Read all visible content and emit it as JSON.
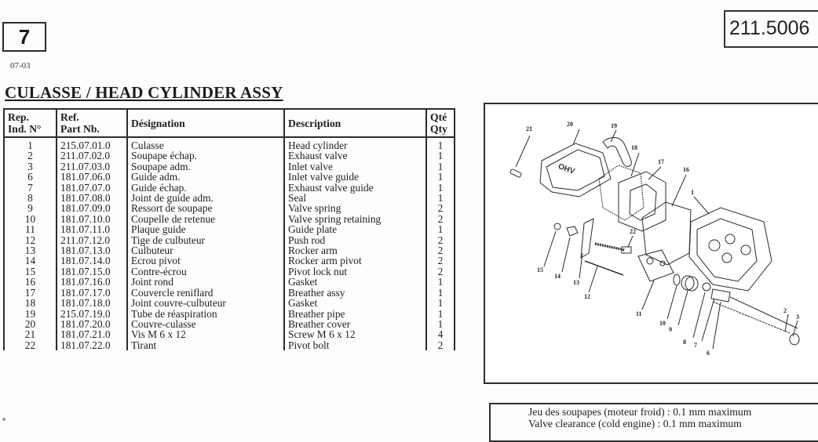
{
  "header": {
    "section_number": "7",
    "date_code": "07-03",
    "document_ref": "211.5006",
    "title": "CULASSE / HEAD CYLINDER ASSY"
  },
  "parts_table": {
    "columns": {
      "rep": [
        "Rep.",
        "Ind. N°"
      ],
      "ref": [
        "Ref.",
        "Part Nb."
      ],
      "designation": "Désignation",
      "description": "Description",
      "qty": [
        "Qté",
        "Qty"
      ]
    },
    "rows": [
      {
        "rep": "1",
        "ref": "215.07.01.0",
        "designation": "Culasse",
        "description": "Head cylinder",
        "qty": "1"
      },
      {
        "rep": "2",
        "ref": "211.07.02.0",
        "designation": "Soupape échap.",
        "description": "Exhaust valve",
        "qty": "1"
      },
      {
        "rep": "3",
        "ref": "211.07.03.0",
        "designation": "Soupape adm.",
        "description": "Inlet valve",
        "qty": "1"
      },
      {
        "rep": "6",
        "ref": "181.07.06.0",
        "designation": "Guide adm.",
        "description": "Inlet valve guide",
        "qty": "1"
      },
      {
        "rep": "7",
        "ref": "181.07.07.0",
        "designation": "Guide échap.",
        "description": "Exhaust valve guide",
        "qty": "1"
      },
      {
        "rep": "8",
        "ref": "181.07.08.0",
        "designation": "Joint de guide adm.",
        "description": "Seal",
        "qty": "1"
      },
      {
        "rep": "9",
        "ref": "181.07.09.0",
        "designation": "Ressort de soupape",
        "description": "Valve spring",
        "qty": "2"
      },
      {
        "rep": "10",
        "ref": "181.07.10.0",
        "designation": "Coupelle de retenue",
        "description": "Valve spring retaining",
        "qty": "2"
      },
      {
        "rep": "11",
        "ref": "181.07.11.0",
        "designation": "Plaque guide",
        "description": "Guide plate",
        "qty": "1"
      },
      {
        "rep": "12",
        "ref": "211.07.12.0",
        "designation": "Tige de culbuteur",
        "description": "Push rod",
        "qty": "2"
      },
      {
        "rep": "13",
        "ref": "181.07.13.0",
        "designation": "Culbuteur",
        "description": "Rocker arm",
        "qty": "2"
      },
      {
        "rep": "14",
        "ref": "181.07.14.0",
        "designation": "Ecrou pivot",
        "description": "Rocker arm pivot",
        "qty": "2"
      },
      {
        "rep": "15",
        "ref": "181.07.15.0",
        "designation": "Contre-écrou",
        "description": "Pivot lock nut",
        "qty": "2"
      },
      {
        "rep": "16",
        "ref": "181.07.16.0",
        "designation": "Joint rond",
        "description": "Gasket",
        "qty": "1"
      },
      {
        "rep": "17",
        "ref": "181.07.17.0",
        "designation": "Couvercle reniflard",
        "description": "Breather assy",
        "qty": "1"
      },
      {
        "rep": "18",
        "ref": "181.07.18.0",
        "designation": "Joint couvre-culbuteur",
        "description": "Gasket",
        "qty": "1"
      },
      {
        "rep": "19",
        "ref": "215.07.19.0",
        "designation": "Tube de réaspiration",
        "description": "Breather pipe",
        "qty": "1"
      },
      {
        "rep": "20",
        "ref": "181.07.20.0",
        "designation": "Couvre-culasse",
        "description": "Breather cover",
        "qty": "1"
      },
      {
        "rep": "21",
        "ref": "181.07.21.0",
        "designation": "Vis M 6 x 12",
        "description": "Screw M 6 x 12",
        "qty": "4"
      },
      {
        "rep": "22",
        "ref": "181.07.22.0",
        "designation": "Tirant",
        "description": "Pivot bolt",
        "qty": "2"
      }
    ]
  },
  "diagram": {
    "cover_label": "OHV",
    "callouts": [
      "21",
      "20",
      "19",
      "18",
      "17",
      "16",
      "1",
      "22",
      "15",
      "14",
      "13",
      "12",
      "11",
      "10",
      "9",
      "8",
      "7",
      "6",
      "2",
      "3"
    ]
  },
  "note": {
    "line_fr": "Jeu des soupapes (moteur froid) : 0.1 mm maximum",
    "line_en": "Valve clearance (cold engine) : 0.1 mm maximum"
  }
}
